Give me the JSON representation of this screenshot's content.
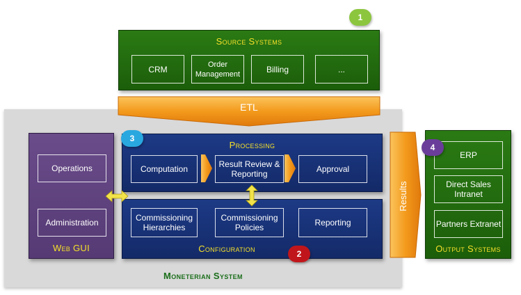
{
  "source_systems": {
    "title": "Source Systems",
    "items": [
      "CRM",
      "Order Management",
      "Billing",
      "..."
    ]
  },
  "etl": {
    "label": "ETL"
  },
  "processing": {
    "title": "Processing",
    "items": [
      "Computation",
      "Result Review & Reporting",
      "Approval"
    ]
  },
  "configuration": {
    "title": "Configuration",
    "items": [
      "Commissioning Hierarchies",
      "Commissioning Policies",
      "Reporting"
    ]
  },
  "web_gui": {
    "title": "Web GUI",
    "items": [
      "Operations",
      "Administration"
    ]
  },
  "results": {
    "label": "Results"
  },
  "output_systems": {
    "title": "Output Systems",
    "items": [
      "ERP",
      "Direct Sales Intranet",
      "Partners Extranet"
    ]
  },
  "system": {
    "title": "Moneterian System"
  },
  "badges": [
    "1",
    "2",
    "3",
    "4"
  ],
  "colors": {
    "green": "#1c5e0a",
    "navy": "#142a68",
    "purple": "#553a74",
    "orange": "#f39a1c",
    "gold": "#f5e02a",
    "badge1": "#8cc63f",
    "badge2": "#c0161b",
    "badge3": "#29a8e0",
    "badge4": "#6a3d9a"
  }
}
